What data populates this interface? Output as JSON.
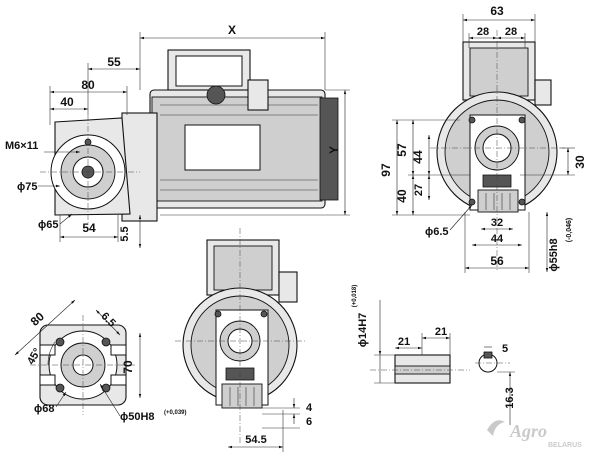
{
  "dims": {
    "top_x": "X",
    "top_55": "55",
    "top_80": "80",
    "top_40": "40",
    "m6x11": "M6×11",
    "y": "Y",
    "d75": "ϕ75",
    "d65": "ϕ65",
    "d54": "54",
    "d5_5": "5.5",
    "r63": "63",
    "r28a": "28",
    "r28b": "28",
    "r97": "97",
    "r57": "57",
    "r44a": "44",
    "r40": "40",
    "r27": "27",
    "r30": "30",
    "r6_5": "ϕ6.5",
    "r32": "32",
    "r44b": "44",
    "r56": "56",
    "r55h8": "ϕ55h8",
    "r55tol": "(-0,046)",
    "f80": "80",
    "f6_5": "6.5",
    "f45": "45°",
    "f70": "70",
    "f68": "ϕ68",
    "f50h8": "ϕ50H8",
    "f50tol": "(+0,039)",
    "b4": "4",
    "b6": "6",
    "b54_5": "54.5",
    "s14h7": "ϕ14H7",
    "s14tol": "(+0,018)",
    "s21a": "21",
    "s21b": "21",
    "s5": "5",
    "s16_3": "16.3"
  },
  "logo": {
    "name": "Agro",
    "sub": "BELARUS"
  }
}
